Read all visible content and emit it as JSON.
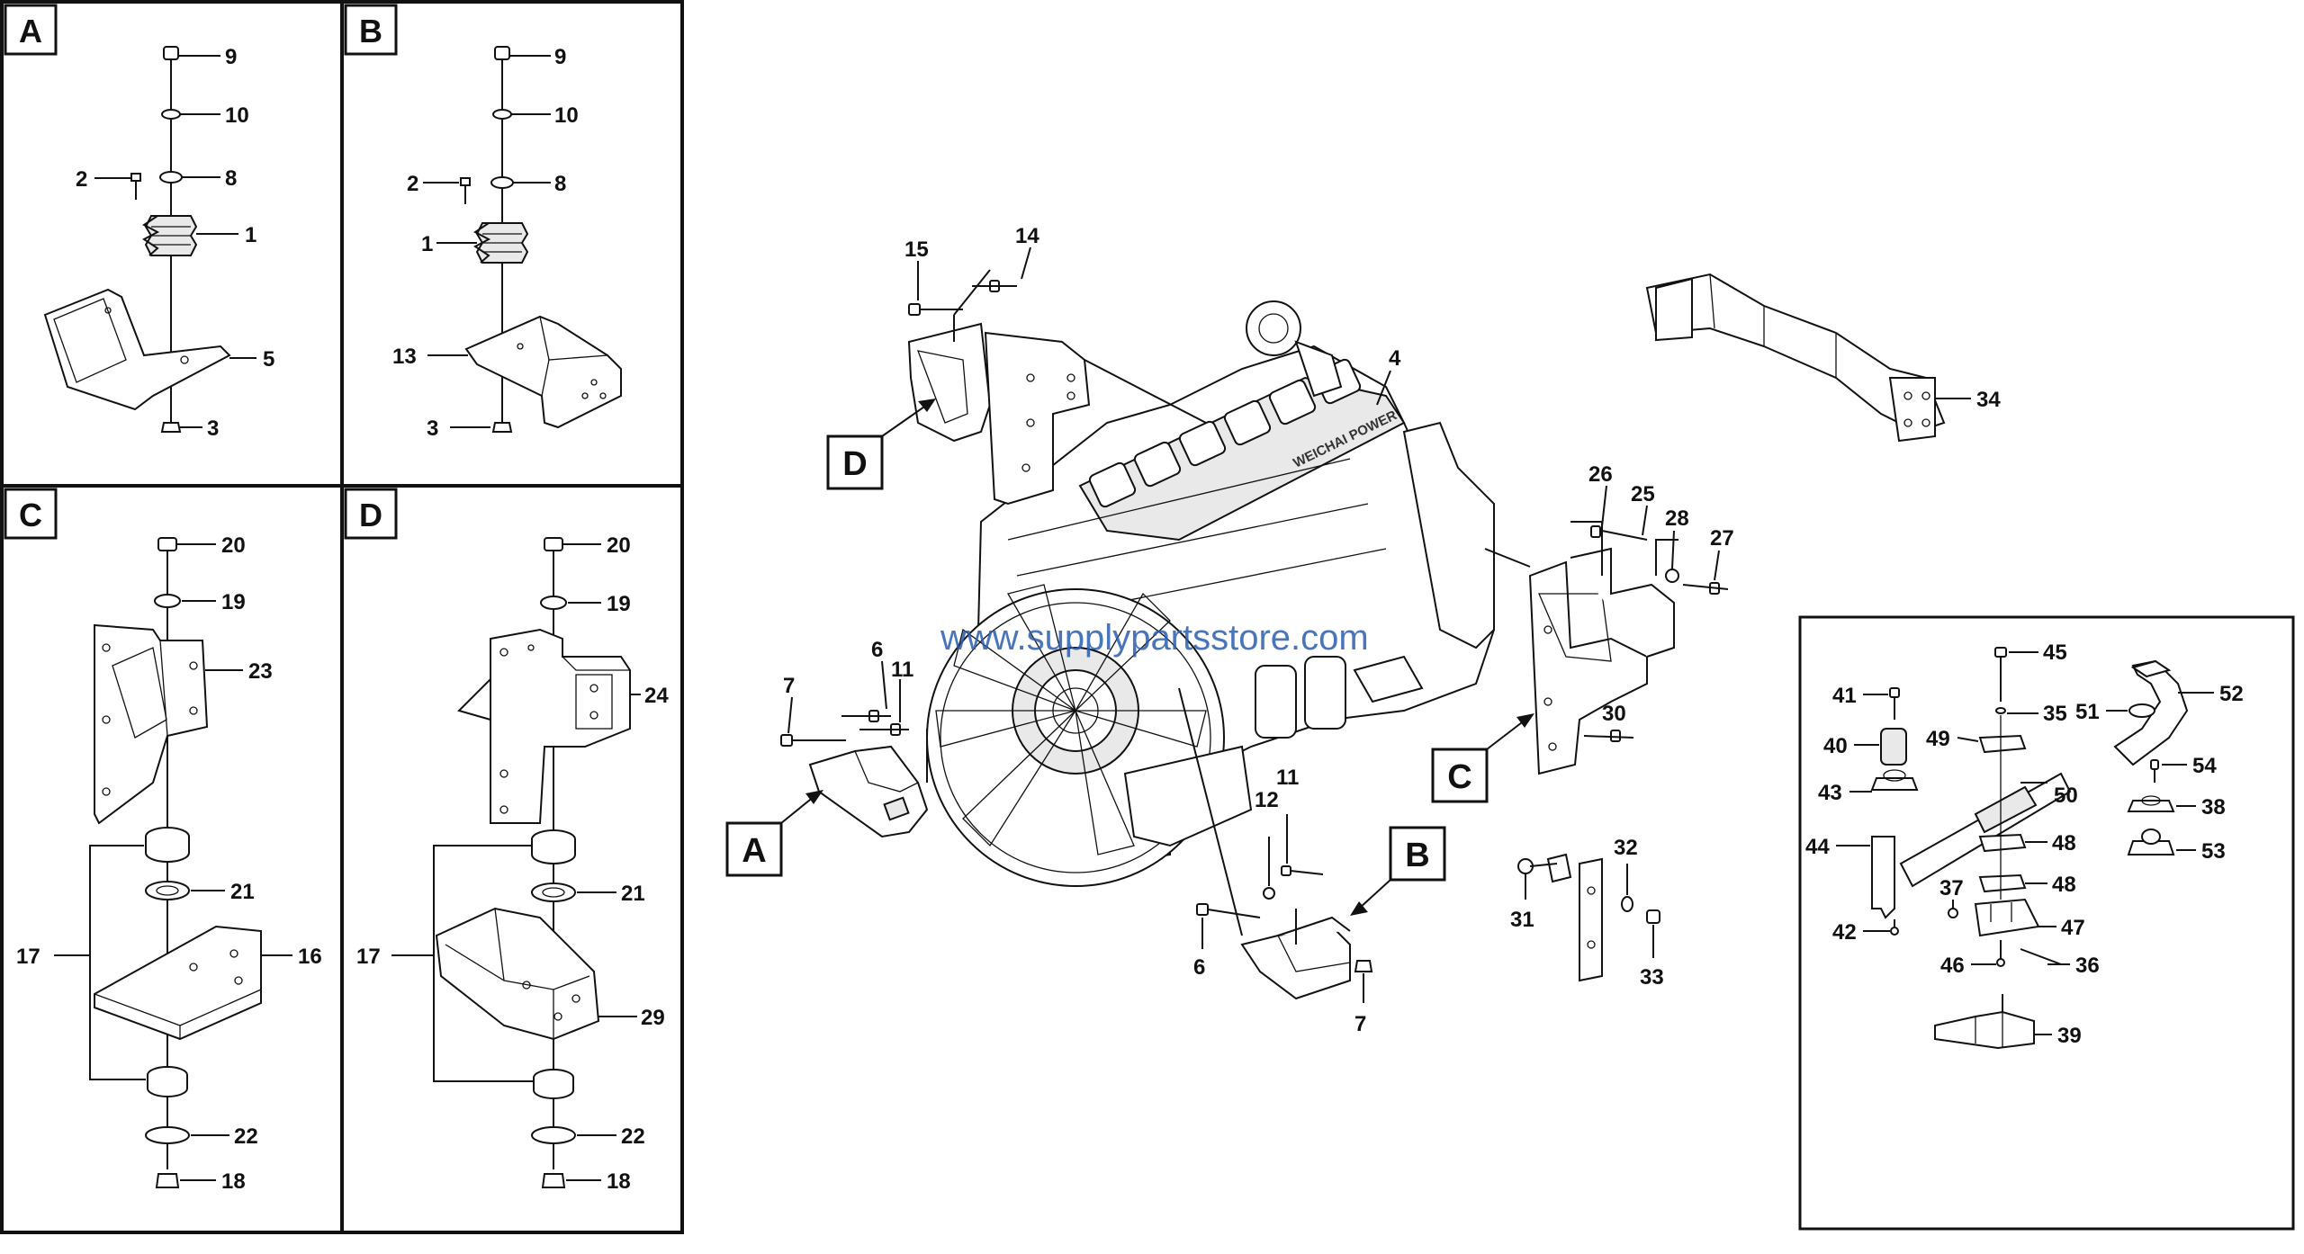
{
  "panels": {
    "A": "A",
    "B": "B",
    "C": "C",
    "D": "D"
  },
  "callouts": {
    "A": "A",
    "B": "B",
    "C": "C",
    "D": "D"
  },
  "labels": {
    "pA_9": "9",
    "pA_10": "10",
    "pA_2": "2",
    "pA_8": "8",
    "pA_1": "1",
    "pA_5": "5",
    "pA_3": "3",
    "pB_9": "9",
    "pB_10": "10",
    "pB_2": "2",
    "pB_8": "8",
    "pB_1": "1",
    "pB_13": "13",
    "pB_3": "3",
    "pC_20": "20",
    "pC_19": "19",
    "pC_23": "23",
    "pC_21": "21",
    "pC_17": "17",
    "pC_16": "16",
    "pC_22": "22",
    "pC_18": "18",
    "pD_20": "20",
    "pD_19": "19",
    "pD_24": "24",
    "pD_21": "21",
    "pD_17": "17",
    "pD_29": "29",
    "pD_22": "22",
    "pD_18": "18",
    "m_15": "15",
    "m_14": "14",
    "m_4": "4",
    "m_34": "34",
    "m_26": "26",
    "m_25": "25",
    "m_28": "28",
    "m_27": "27",
    "m_30": "30",
    "m_6a": "6",
    "m_11a": "11",
    "m_7a": "7",
    "m_11b": "11",
    "m_12": "12",
    "m_6b": "6",
    "m_7b": "7",
    "m_32": "32",
    "m_31": "31",
    "m_33": "33",
    "r_45": "45",
    "r_41": "41",
    "r_35": "35",
    "r_52": "52",
    "r_51": "51",
    "r_49": "49",
    "r_40": "40",
    "r_54": "54",
    "r_43": "43",
    "r_50": "50",
    "r_38": "38",
    "r_44": "44",
    "r_53": "53",
    "r_48a": "48",
    "r_48b": "48",
    "r_37": "37",
    "r_42": "42",
    "r_47": "47",
    "r_46": "46",
    "r_36": "36",
    "r_39": "39"
  },
  "watermark": "www.supplypartsstore.com",
  "engine_brand": "WEICHAI POWER"
}
